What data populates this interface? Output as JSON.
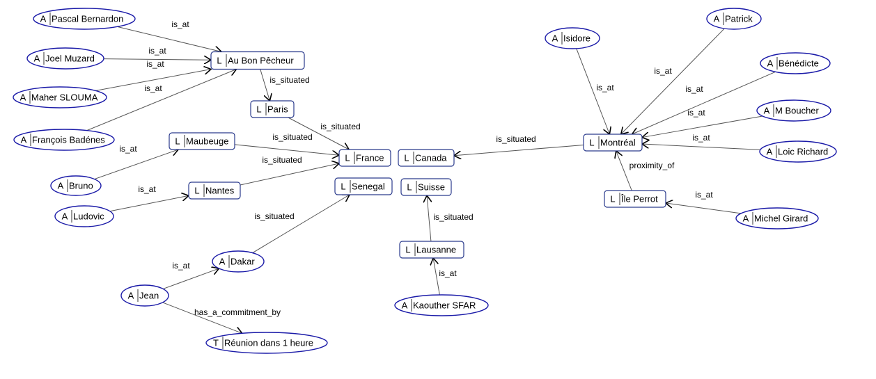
{
  "nodes": [
    {
      "id": "pascal",
      "kind": "A",
      "label": "Pascal Bernardon"
    },
    {
      "id": "joel",
      "kind": "A",
      "label": "Joel Muzard"
    },
    {
      "id": "maher",
      "kind": "A",
      "label": "Maher SLOUMA"
    },
    {
      "id": "francois",
      "kind": "A",
      "label": "François Badénes"
    },
    {
      "id": "bruno",
      "kind": "A",
      "label": "Bruno"
    },
    {
      "id": "ludovic",
      "kind": "A",
      "label": "Ludovic"
    },
    {
      "id": "jean",
      "kind": "A",
      "label": "Jean"
    },
    {
      "id": "dakar",
      "kind": "A",
      "label": "Dakar"
    },
    {
      "id": "kaouther",
      "kind": "A",
      "label": "Kaouther SFAR"
    },
    {
      "id": "isidore",
      "kind": "A",
      "label": "Isidore"
    },
    {
      "id": "patrick",
      "kind": "A",
      "label": "Patrick"
    },
    {
      "id": "benedicte",
      "kind": "A",
      "label": "Bénédicte"
    },
    {
      "id": "mboucher",
      "kind": "A",
      "label": "M Boucher"
    },
    {
      "id": "loic",
      "kind": "A",
      "label": "Loic Richard"
    },
    {
      "id": "michel",
      "kind": "A",
      "label": "Michel Girard"
    },
    {
      "id": "reunion",
      "kind": "T",
      "label": "Réunion dans 1 heure"
    },
    {
      "id": "aubon",
      "kind": "L",
      "label": "Au Bon Pêcheur"
    },
    {
      "id": "paris",
      "kind": "L",
      "label": "Paris"
    },
    {
      "id": "maubeuge",
      "kind": "L",
      "label": "Maubeuge"
    },
    {
      "id": "nantes",
      "kind": "L",
      "label": "Nantes"
    },
    {
      "id": "france",
      "kind": "L",
      "label": "France"
    },
    {
      "id": "canada",
      "kind": "L",
      "label": "Canada"
    },
    {
      "id": "senegal",
      "kind": "L",
      "label": "Senegal"
    },
    {
      "id": "suisse",
      "kind": "L",
      "label": "Suisse"
    },
    {
      "id": "lausanne",
      "kind": "L",
      "label": "Lausanne"
    },
    {
      "id": "montreal",
      "kind": "L",
      "label": "Montréal"
    },
    {
      "id": "ileperrot",
      "kind": "L",
      "label": "Île Perrot"
    }
  ],
  "edges": [
    {
      "from": "pascal",
      "to": "aubon",
      "label": "is_at"
    },
    {
      "from": "joel",
      "to": "aubon",
      "label": "is_at"
    },
    {
      "from": "maher",
      "to": "aubon",
      "label": "is_at"
    },
    {
      "from": "francois",
      "to": "aubon",
      "label": "is_at"
    },
    {
      "from": "aubon",
      "to": "paris",
      "label": "is_situated"
    },
    {
      "from": "paris",
      "to": "france",
      "label": "is_situated"
    },
    {
      "from": "bruno",
      "to": "maubeuge",
      "label": "is_at"
    },
    {
      "from": "maubeuge",
      "to": "france",
      "label": "is_situated"
    },
    {
      "from": "ludovic",
      "to": "nantes",
      "label": "is_at"
    },
    {
      "from": "nantes",
      "to": "france",
      "label": "is_situated"
    },
    {
      "from": "jean",
      "to": "dakar",
      "label": "is_at"
    },
    {
      "from": "dakar",
      "to": "senegal",
      "label": "is_situated"
    },
    {
      "from": "jean",
      "to": "reunion",
      "label": "has_a_commitment_by"
    },
    {
      "from": "kaouther",
      "to": "lausanne",
      "label": "is_at"
    },
    {
      "from": "lausanne",
      "to": "suisse",
      "label": "is_situated"
    },
    {
      "from": "montreal",
      "to": "canada",
      "label": "is_situated"
    },
    {
      "from": "isidore",
      "to": "montreal",
      "label": "is_at"
    },
    {
      "from": "patrick",
      "to": "montreal",
      "label": "is_at"
    },
    {
      "from": "benedicte",
      "to": "montreal",
      "label": "is_at"
    },
    {
      "from": "mboucher",
      "to": "montreal",
      "label": "is_at"
    },
    {
      "from": "loic",
      "to": "montreal",
      "label": "is_at"
    },
    {
      "from": "ileperrot",
      "to": "montreal",
      "label": "proximity_of"
    },
    {
      "from": "michel",
      "to": "ileperrot",
      "label": "is_at"
    }
  ]
}
